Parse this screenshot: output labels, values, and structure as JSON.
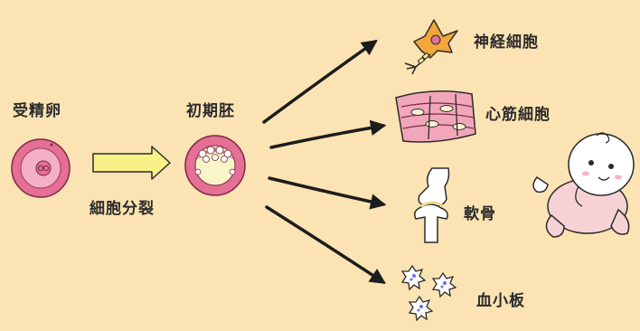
{
  "stages": {
    "fertilized_egg": "受精卵",
    "early_embryo": "初期胚",
    "cell_division": "細胞分裂"
  },
  "cell_types": [
    {
      "name": "神経細胞",
      "icon": "neuron-icon"
    },
    {
      "name": "心筋細胞",
      "icon": "heart-muscle-icon"
    },
    {
      "name": "軟骨",
      "icon": "cartilage-bone-icon"
    },
    {
      "name": "血小板",
      "icon": "platelet-icon"
    }
  ],
  "colors": {
    "background": "#fbe3b3",
    "cell_outer": "#e56f95",
    "cell_inner": "#f4b1c6",
    "arrow_fill": "#f8f188"
  }
}
